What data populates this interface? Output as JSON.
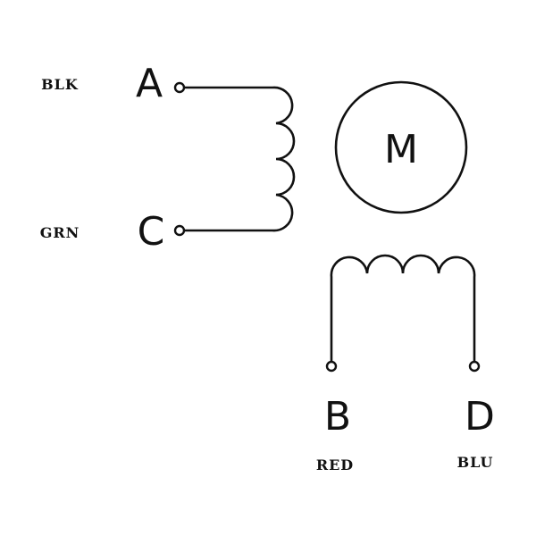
{
  "diagram": {
    "motor_label": "M",
    "terminals": [
      {
        "letter": "A",
        "wire_color": "BLK"
      },
      {
        "letter": "C",
        "wire_color": "GRN"
      },
      {
        "letter": "B",
        "wire_color": "RED"
      },
      {
        "letter": "D",
        "wire_color": "BLU"
      }
    ]
  }
}
